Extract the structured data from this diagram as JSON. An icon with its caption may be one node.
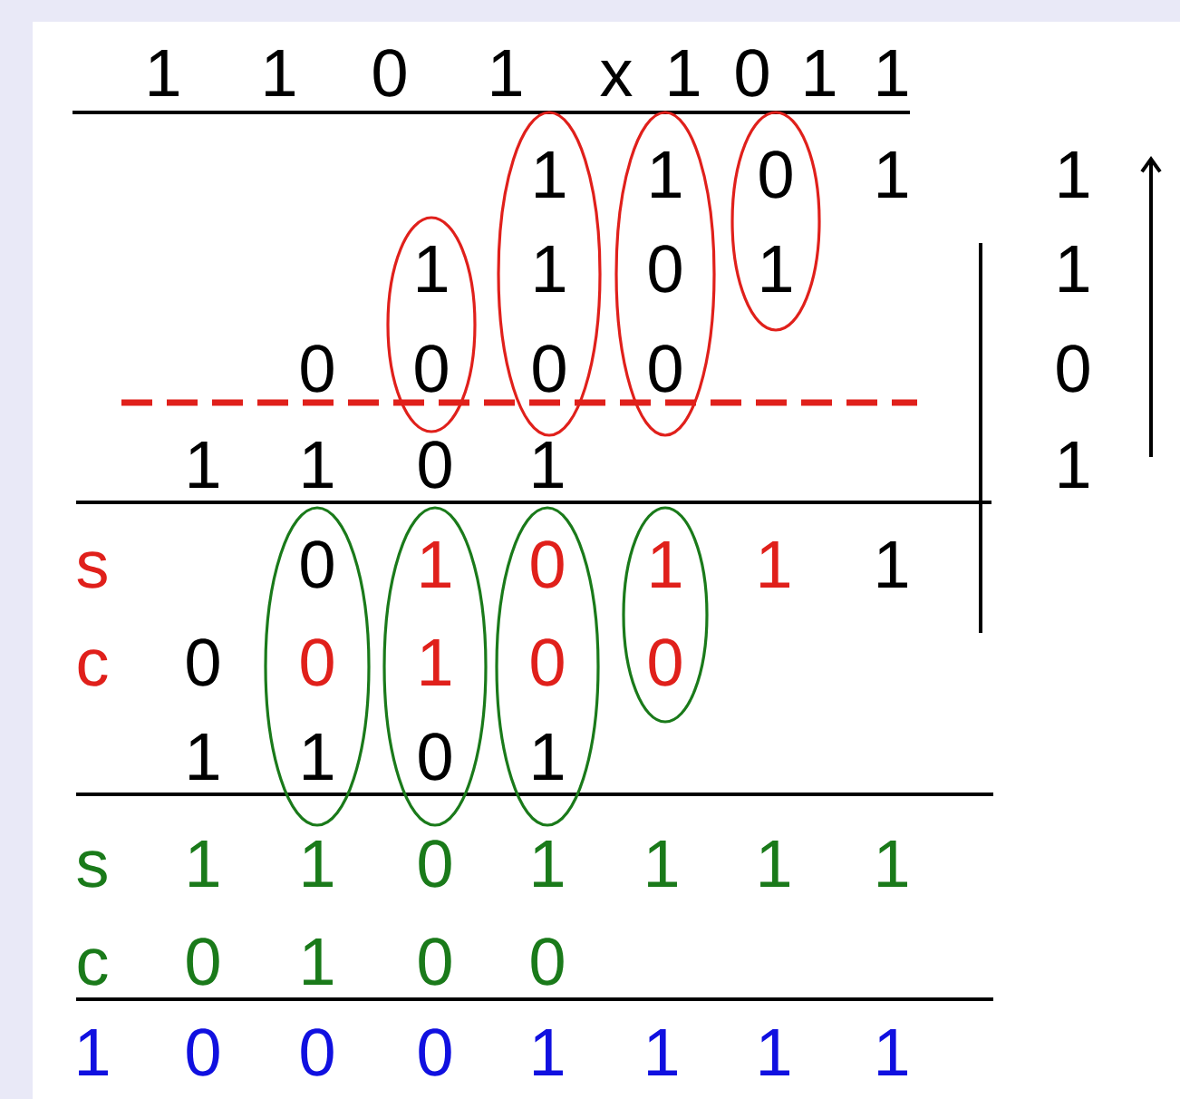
{
  "diagram": {
    "nodes": [
      {
        "text": [
          "1",
          "0"
        ]
      },
      {
        "text": [
          "1",
          "1",
          "0"
        ]
      },
      {
        "text": [
          "1",
          "0",
          "0"
        ]
      },
      {
        "text": [
          "0",
          "1"
        ]
      },
      {
        "text": [
          "0",
          "0",
          "1"
        ]
      },
      {
        "text": [
          "1",
          "1",
          "0"
        ]
      },
      {
        "text": [
          "0",
          "0",
          "1"
        ]
      },
      {
        "text": [
          "1",
          "0"
        ]
      }
    ],
    "labels": [
      "1",
      "1",
      "0",
      "1",
      "x",
      "1",
      "0",
      "1",
      "1",
      "1",
      "1",
      "1",
      "0",
      "0",
      "1",
      "1",
      "0",
      "1",
      "1",
      "s",
      "1",
      "1",
      "c",
      "0",
      "1",
      "s",
      "1",
      "1",
      "0",
      "1",
      "1",
      "1",
      "1",
      "c",
      "0",
      "1",
      "0",
      "0",
      "1",
      "0",
      "0",
      "0",
      "1",
      "1",
      "1",
      "1"
    ]
  }
}
